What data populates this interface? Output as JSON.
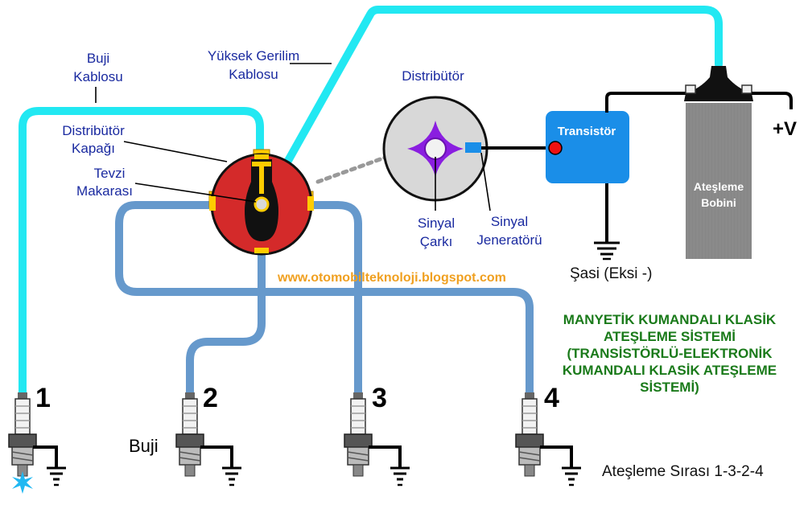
{
  "labels": {
    "buji_kablosu": [
      "Buji",
      "Kablosu"
    ],
    "yuksek_gerilim": [
      "Yüksek Gerilim",
      "Kablosu"
    ],
    "distributor_top": "Distribütör",
    "distributor_kapagi": [
      "Distribütör",
      "Kapağı"
    ],
    "tevzi_makarasi": [
      "Tevzi",
      "Makarası"
    ],
    "sinyal_carki": [
      "Sinyal",
      "Çarkı"
    ],
    "sinyal_jeneratoru": [
      "Sinyal",
      "Jeneratörü"
    ],
    "transistor": "Transistör",
    "atesleme_bobini": [
      "Ateşleme",
      "Bobini"
    ],
    "plus_v": "+V",
    "sasi": "Şasi (Eksi -)",
    "website": "www.otomobilteknoloji.blogspot.com",
    "buji": "Buji",
    "firing_order": "Ateşleme Sırası 1-3-2-4"
  },
  "title_lines": [
    "MANYETİK KUMANDALI KLASİK",
    "ATEŞLEME SİSTEMİ",
    "(TRANSİSTÖRLÜ-ELEKTRONİK",
    "KUMANDALI KLASİK ATEŞLEME",
    "SİSTEMİ)"
  ],
  "spark_plugs": [
    "1",
    "2",
    "3",
    "4"
  ],
  "colors": {
    "hv_cable": "#22e8f2",
    "plug_cable": "#6699cc",
    "distributor_cap": "#d42a2a",
    "rotor": "#111111",
    "rotor_tip": "#ffcc00",
    "transistor": "#1a8ee8",
    "coil": "#8a8a8a",
    "reluctor": "#8a1ee0",
    "label_text": "#1a2aa0",
    "title_text": "#1a7a1a",
    "url_text": "#f0a020"
  }
}
